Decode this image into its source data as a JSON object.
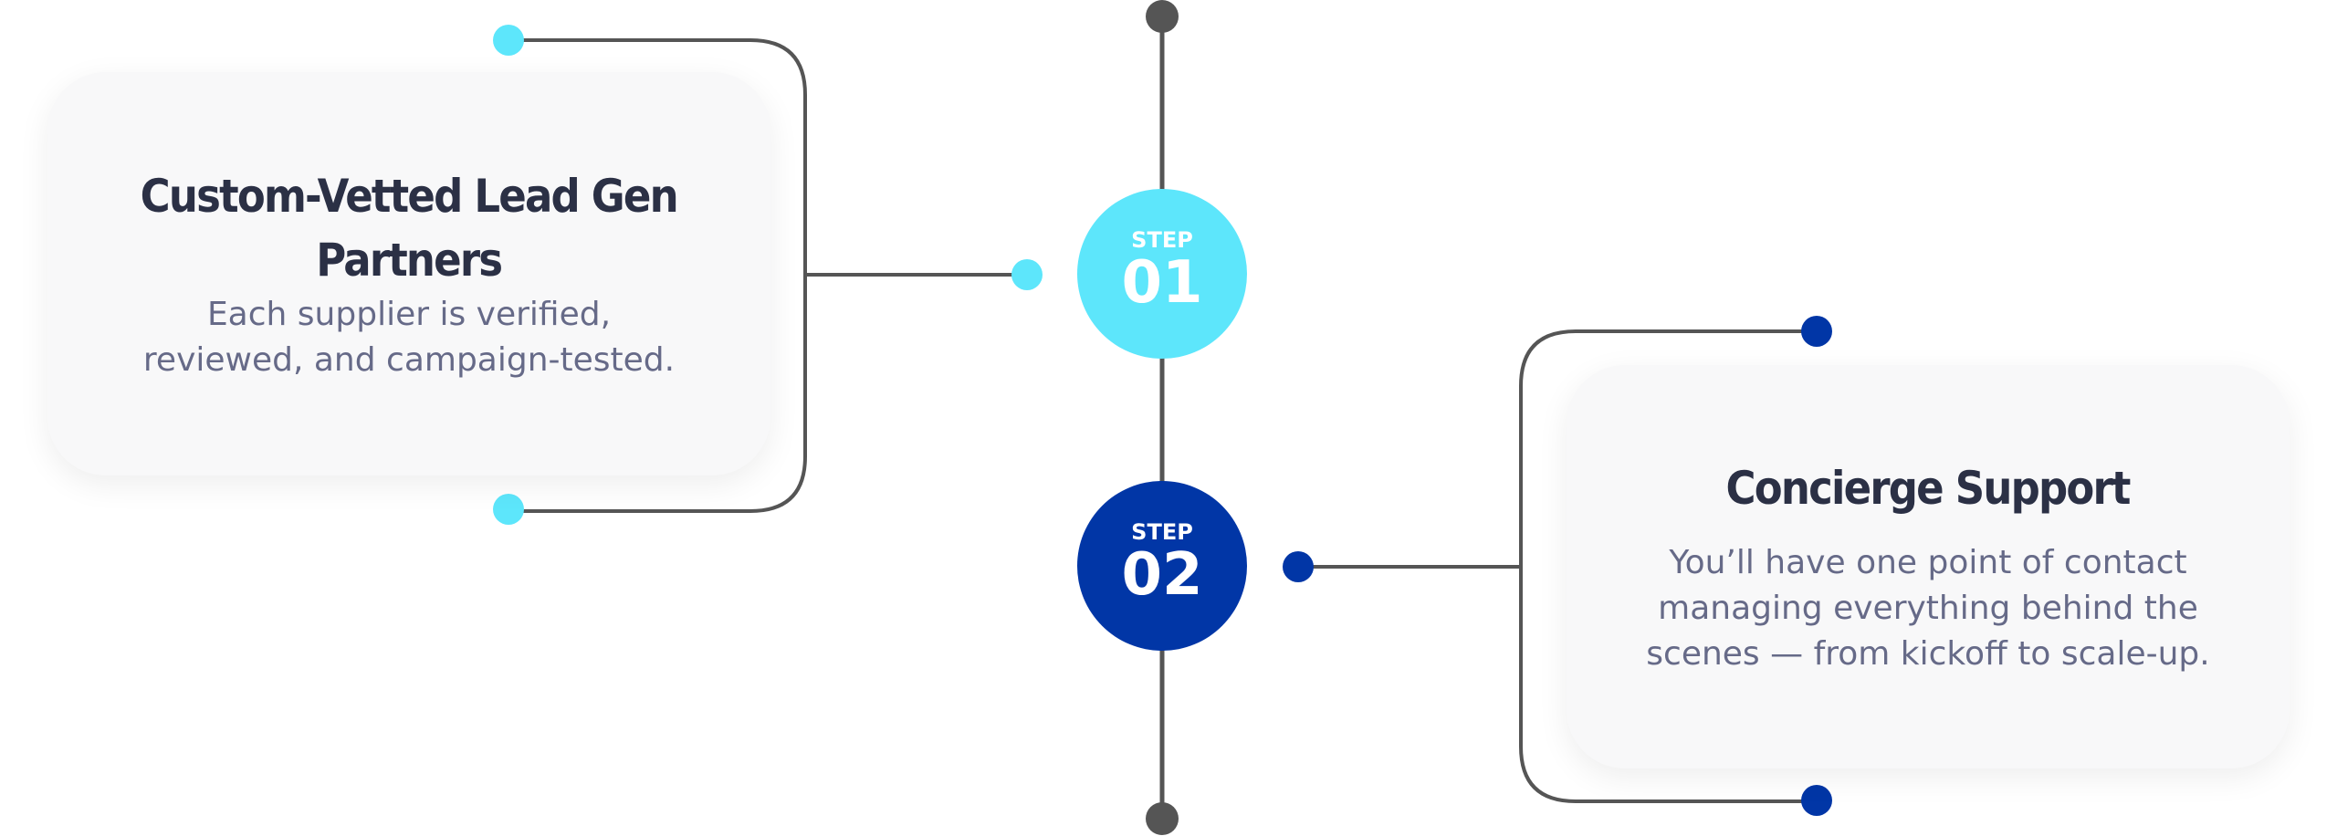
{
  "steps": [
    {
      "label": "STEP",
      "number": "01",
      "color": "#5de6fb",
      "card": {
        "title_line1": "Custom-Vetted Lead Gen",
        "title_line2": "Partners",
        "desc_line1": "Each supplier is verified,",
        "desc_line2": "reviewed, and campaign-tested."
      }
    },
    {
      "label": "STEP",
      "number": "02",
      "color": "#0136a6",
      "card": {
        "title_line1": "Concierge Support",
        "desc_line1": "You’ll have one point of contact",
        "desc_line2": "managing everything behind the",
        "desc_line3": "scenes — from kickoff to scale-up."
      }
    }
  ],
  "colors": {
    "line": "#555555",
    "card_bg": "#f8f8f9",
    "title": "#2b3045",
    "text": "#666a88"
  }
}
